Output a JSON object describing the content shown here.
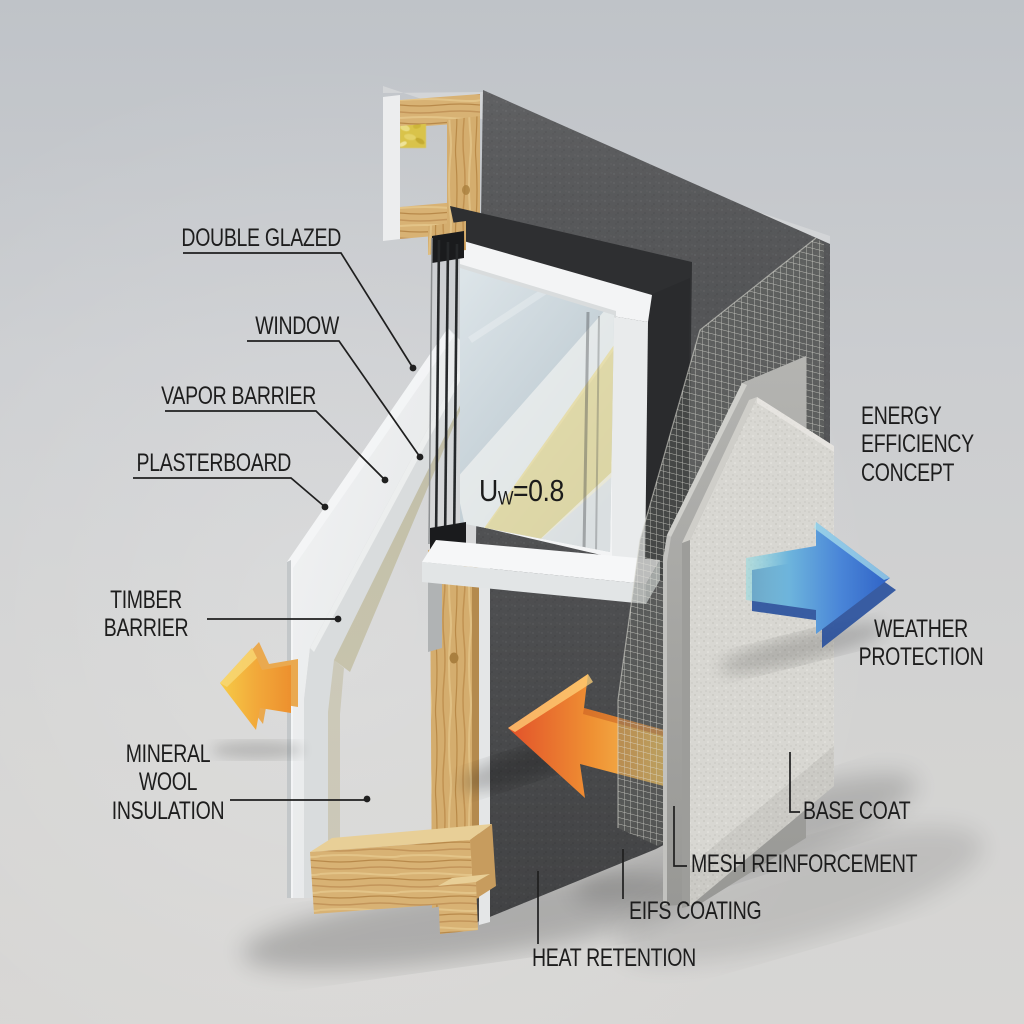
{
  "diagram": {
    "subject": "insulated-wall-cross-section",
    "heading": "ENERGY\nEFFICIENCY\nCONCEPT"
  },
  "labels": {
    "double_glazed": "DOUBLE GLAZED",
    "window": "WINDOW",
    "vapor_barrier": "VAPOR BARRIER",
    "plasterboard": "PLASTERBOARD",
    "timber_barrier": "TIMBER\nBARRIER",
    "mineral_wool": "MINERAL\nWOOL\nINSULATION",
    "energy_efficiency": "ENERGY\nEFFICIENCY\nCONCEPT",
    "weather_protection": "WEATHER\nPROTECTION",
    "base_coat": "BASE COAT",
    "mesh_reinforcement": "MESH REINFORCEMENT",
    "eifs_coating": "EIFS COATING",
    "heat_retention": "HEAT RETENTION"
  },
  "annotation": {
    "u_symbol": "U",
    "u_subscript": "W",
    "u_value": "=0.8"
  },
  "icons": {
    "heat_loss_arrow_small": "left-arrow",
    "heat_flow_arrow_large": "left-arrow",
    "weather_protection_arrow": "right-arrow"
  },
  "colors": {
    "heat_arrow_tip": "#e2512a",
    "heat_arrow_tail": "#f8d565",
    "small_arrow_start": "#f7d049",
    "small_arrow_end": "#ec8c2c",
    "weather_arrow_start": "#93dde2",
    "weather_arrow_end": "#2f62c6",
    "insulation_yellow": "#d9c34a",
    "wall_dark_gray": "#545557",
    "stucco_light": "#d8d7d2",
    "base_coat_gray": "#a6a6a3",
    "wood": "#d4ad6e",
    "label_text": "#1d1d1d"
  }
}
